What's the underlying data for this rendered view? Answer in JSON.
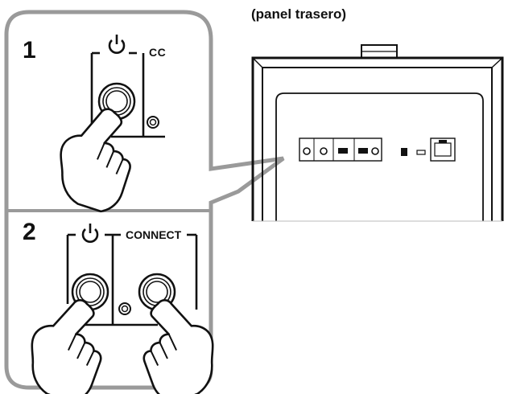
{
  "panel_caption": "(panel trasero)",
  "steps": [
    {
      "number": "1",
      "button_label": "CC"
    },
    {
      "number": "2",
      "button_label": "CONNECT"
    }
  ],
  "icons": {
    "power": "power-icon",
    "hand": "pointing-hand-icon",
    "ethernet": "ethernet-port-icon"
  }
}
